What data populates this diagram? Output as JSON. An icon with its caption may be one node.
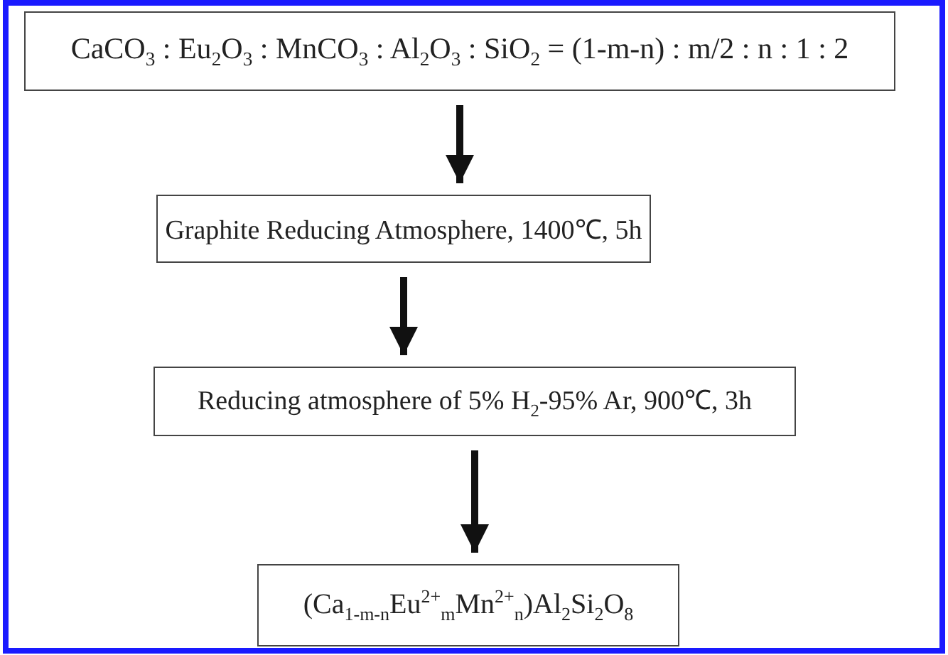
{
  "diagram": {
    "nodes": [
      {
        "text": [
          "CaCO$_{3}$ : Eu$_{2}$O$_{3}$ : MnCO$_{3}$ : Al$_{2}$O$_{3}$ : SiO$_{2}$ = (1-m-n) : m/2 : n : 1 : 2"
        ]
      },
      {
        "text": [
          "Graphite Reducing Atmosphere, 1400℃, 5h"
        ]
      },
      {
        "text": [
          "Reducing atmosphere of 5% H$_{2}$-95% Ar, 900℃, 3h"
        ]
      },
      {
        "text": [
          "(Ca$_{1-m-n}$Eu$^{2+}$$_{m}$Mn$^{2+}$$_{n}$)Al$_{2}$Si$_{2}$O$_{8}$"
        ]
      }
    ],
    "edges": [
      {
        "from": 0,
        "to": 1,
        "arrow": "to"
      },
      {
        "from": 1,
        "to": 2,
        "arrow": "to"
      },
      {
        "from": 2,
        "to": 3,
        "arrow": "to"
      }
    ]
  }
}
